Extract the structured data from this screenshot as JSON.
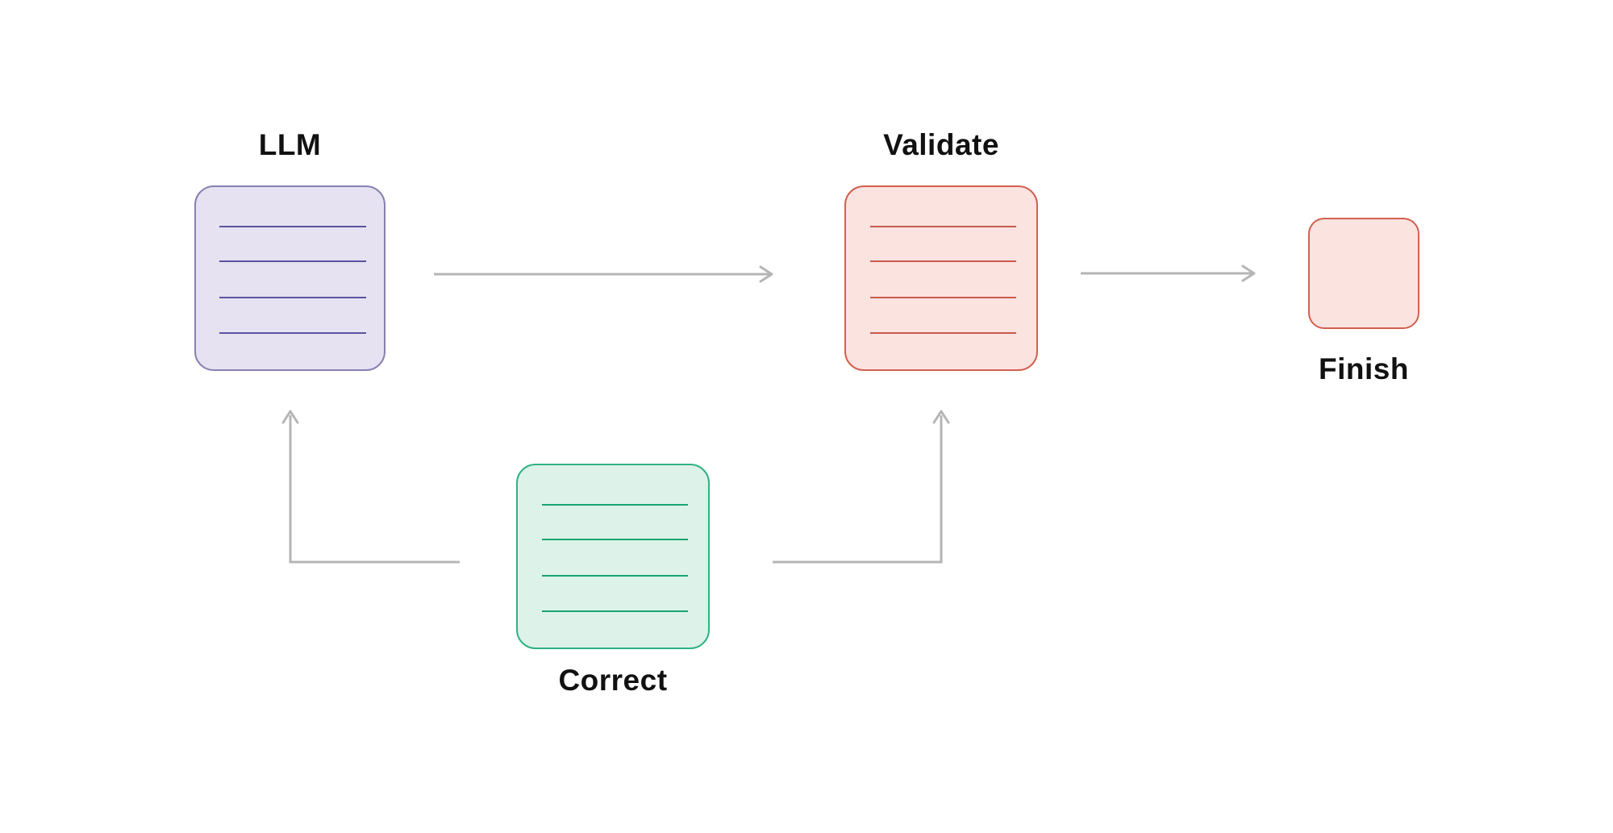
{
  "colors": {
    "background": "#ffffff",
    "label-text": "#111111",
    "arrow": "#b5b5b5",
    "llm-fill": "#e6e2f2",
    "llm-border": "#8781b3",
    "llm-line": "#5a549e",
    "validate-fill": "#fbe3e0",
    "validate-border": "#d2604f",
    "validate-line": "#c75b4c",
    "correct-fill": "#ddf2e8",
    "correct-border": "#2fb286",
    "correct-line": "#17a673",
    "finish-fill": "#fbe3e0",
    "finish-border": "#d2604f"
  },
  "diagram": {
    "nodes": [
      {
        "id": "llm",
        "label": "LLM",
        "label_position": "top",
        "style": "document-card",
        "text_lines": 4
      },
      {
        "id": "validate",
        "label": "Validate",
        "label_position": "top",
        "style": "document-card",
        "text_lines": 4
      },
      {
        "id": "correct",
        "label": "Correct",
        "label_position": "bottom",
        "style": "document-card",
        "text_lines": 4
      },
      {
        "id": "finish",
        "label": "Finish",
        "label_position": "bottom",
        "style": "plain-card",
        "text_lines": 0
      }
    ],
    "edges": [
      {
        "from": "llm",
        "to": "validate",
        "shape": "straight-right"
      },
      {
        "from": "validate",
        "to": "finish",
        "shape": "straight-right"
      },
      {
        "from": "correct",
        "to": "llm",
        "shape": "elbow-left-up"
      },
      {
        "from": "correct",
        "to": "validate",
        "shape": "elbow-right-up"
      }
    ]
  }
}
